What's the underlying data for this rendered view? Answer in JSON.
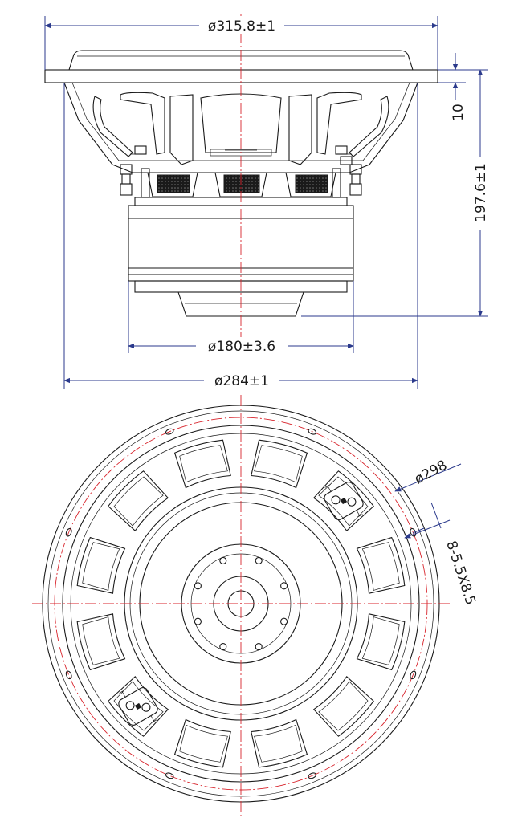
{
  "dimensions": {
    "top_diameter": "ø315.8±1",
    "flange_height": "10",
    "total_depth": "197.6±1",
    "magnet_diameter": "ø180±3.6",
    "basket_diameter": "ø284±1",
    "bolt_circle": "ø298",
    "mount_holes": "8-5.5X8.5"
  },
  "colors": {
    "outline": "#1a1a1a",
    "dimension": "#2b3a8c",
    "centerline": "#d8242c"
  }
}
